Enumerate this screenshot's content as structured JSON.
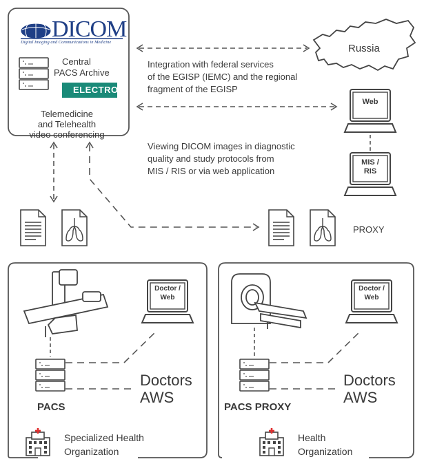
{
  "header": {
    "logo_word": "DICOM",
    "logo_tagline": "Digital Imaging and Communications in Medicine",
    "central_archive": [
      "Central",
      "PACS Archive"
    ],
    "brand": "ELECTRON",
    "telemedicine": [
      "Telemedicine",
      "and Telehealth",
      "video conferencing"
    ]
  },
  "integration_text": [
    "Integration with federal services",
    "of the EGISP (IEMC) and the regional",
    "fragment of the EGISP"
  ],
  "viewing_text": [
    "Viewing DICOM images in diagnostic",
    "quality and study protocols from",
    "MIS / RIS or via web application"
  ],
  "russia_label": "Russia",
  "web_label": "Web",
  "mis_label": [
    "MIS /",
    "RIS"
  ],
  "proxy_label": "PROXY",
  "left_org": {
    "doctor_web": [
      "Doctor /",
      "Web"
    ],
    "pacs": "PACS",
    "doctors_aws": [
      "Doctors",
      "AWS"
    ],
    "org_name": [
      "Specialized Health",
      "Organization"
    ]
  },
  "right_org": {
    "doctor_web": [
      "Doctor /",
      "Web"
    ],
    "pacs": "PACS PROXY",
    "doctors_aws": [
      "Doctors",
      "AWS"
    ],
    "org_name": [
      "Health",
      "Organization"
    ]
  },
  "colors": {
    "line": "#555555",
    "brand_green": "#1a8a78",
    "logo_blue": "#1f3f86",
    "cross_red": "#e03030"
  }
}
